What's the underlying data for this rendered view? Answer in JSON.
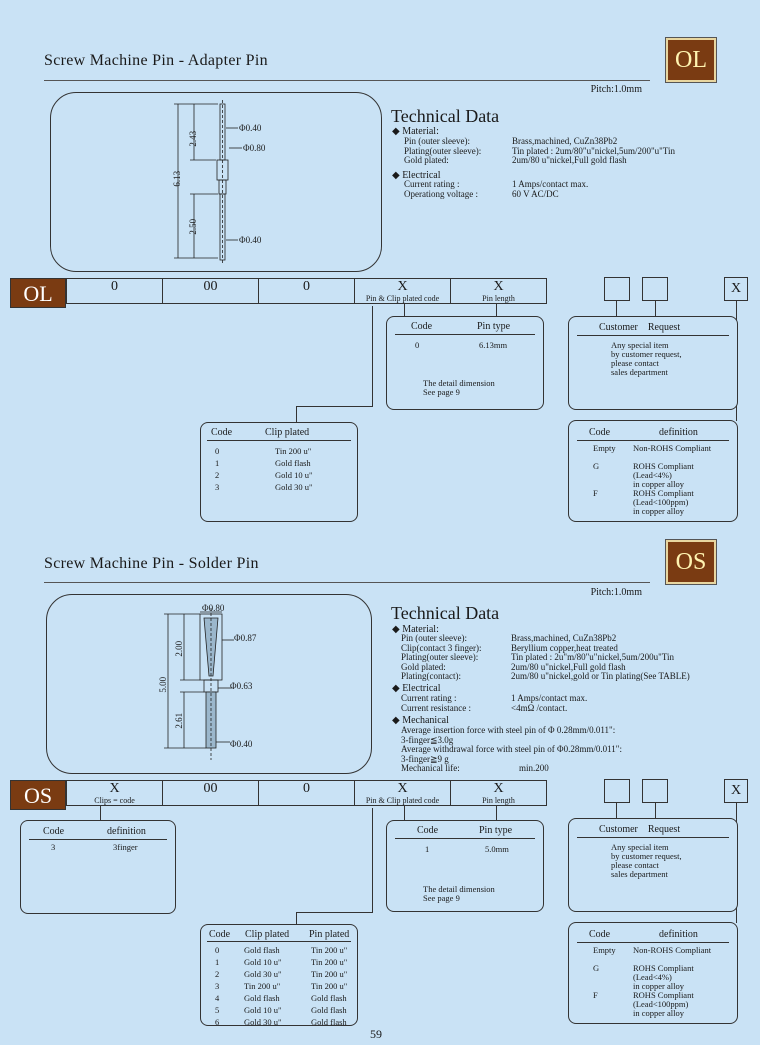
{
  "ol": {
    "title": "Screw Machine Pin - Adapter Pin",
    "tag": "OL",
    "pitch": "Pitch:1.0mm",
    "dims": {
      "d1": "Φ0.40",
      "d2": "Φ0.80",
      "d3": "Φ0.40",
      "l1": "2.43",
      "l2": "6.13",
      "l3": "2.50"
    },
    "tech_title": "Technical Data",
    "material_label": "Material:",
    "rows1": [
      {
        "k": "Pin (outer sleeve):",
        "v": "Brass,machined, CuZn38Pb2"
      },
      {
        "k": "Plating(outer sleeve):",
        "v": "Tin plated : 2um/80\"u\"nickel,5um/200\"u\"Tin"
      },
      {
        "k": "Gold plated:",
        "v": "2um/80 u\"nickel,Full gold flash"
      }
    ],
    "electrical_label": "Electrical",
    "rows2": [
      {
        "k": "Current rating :",
        "v": "1 Amps/contact max."
      },
      {
        "k": "Operationg voltage :",
        "v": "60 V AC/DC"
      }
    ],
    "code_label": "OL",
    "codes": [
      {
        "v": "0",
        "s": ""
      },
      {
        "v": "00",
        "s": ""
      },
      {
        "v": "0",
        "s": ""
      },
      {
        "v": "X",
        "s": "Pin & Clip plated code"
      },
      {
        "v": "X",
        "s": "Pin length"
      }
    ],
    "x_box": "X",
    "pin_box": {
      "h1": "Code",
      "h2": "Pin type",
      "code": "0",
      "type": "6.13mm",
      "note1": "The detail dimension",
      "note2": "See page 9"
    },
    "cust_box": {
      "h": "Customer    Request",
      "lines": [
        "Any special item",
        "by customer request,",
        "please contact",
        "sales department"
      ]
    },
    "clip_box": {
      "h1": "Code",
      "h2": "Clip plated",
      "rows": [
        [
          "0",
          "Tin 200 u\""
        ],
        [
          "1",
          "Gold flash"
        ],
        [
          "2",
          "Gold 10 u\""
        ],
        [
          "3",
          "Gold 30 u\""
        ]
      ]
    },
    "rohs_box": {
      "h1": "Code",
      "h2": "definition",
      "rows": [
        [
          "Empty",
          "Non-ROHS Compliant",
          "",
          ""
        ],
        [
          "G",
          "ROHS Compliant",
          "(Lead<4%)",
          "in copper alloy"
        ],
        [
          "F",
          "ROHS Compliant",
          "(Lead<100ppm)",
          "in copper alloy"
        ]
      ]
    }
  },
  "os": {
    "title": "Screw Machine Pin - Solder Pin",
    "tag": "OS",
    "pitch": "Pitch:1.0mm",
    "dims": {
      "d1": "Φ0.80",
      "d2": "Φ0.87",
      "d3": "Φ0.63",
      "d4": "Φ0.40",
      "l1": "2.00",
      "l2": "5.00",
      "l3": "2.61"
    },
    "tech_title": "Technical Data",
    "material_label": "Material:",
    "rows1": [
      {
        "k": "Pin (outer sleeve):",
        "v": "Brass,machined, CuZn38Pb2"
      },
      {
        "k": "Clip(contact 3 finger):",
        "v": "Beryllium copper,heat treated"
      },
      {
        "k": "Plating(outer sleeve):",
        "v": "Tin plated : 2u\"m/80\"u\"nickel,5um/200u\"Tin"
      },
      {
        "k": "Gold plated:",
        "v": "2um/80 u\"nickel,Full gold flash"
      },
      {
        "k": "Plating(contact):",
        "v": "2um/80 u\"nickel,gold or Tin plating(See TABLE)"
      }
    ],
    "electrical_label": "Electrical",
    "rows2": [
      {
        "k": "Current rating :",
        "v": "1 Amps/contact max."
      },
      {
        "k": "Current resistance :",
        "v": "<4mΩ /contact."
      }
    ],
    "mechanical_label": "Mechanical",
    "mech_lines": [
      "Average insertion force with steel pin of Φ 0.28mm/0.011\":",
      "3-finger≦3.0g",
      "Average withdrawal force with steel pin of Φ0.28mm/0.011\":",
      "3-finger≧9 g"
    ],
    "mech_life_k": "Mechanical life:",
    "mech_life_v": "min.200",
    "code_label": "OS",
    "codes": [
      {
        "v": "X",
        "s": "Clips = code"
      },
      {
        "v": "00",
        "s": ""
      },
      {
        "v": "0",
        "s": ""
      },
      {
        "v": "X",
        "s": "Pin & Clip plated code"
      },
      {
        "v": "X",
        "s": "Pin length"
      }
    ],
    "x_box": "X",
    "clips_box": {
      "h1": "Code",
      "h2": "definition",
      "code": "3",
      "def": "3finger"
    },
    "pin_box": {
      "h1": "Code",
      "h2": "Pin type",
      "code": "1",
      "type": "5.0mm",
      "note1": "The detail dimension",
      "note2": "See page 9"
    },
    "cust_box": {
      "h": "Customer    Request",
      "lines": [
        "Any special item",
        "by customer request,",
        "please contact",
        "sales department"
      ]
    },
    "clip_box": {
      "h1": "Code",
      "h2": "Clip plated",
      "h3": "Pin plated",
      "rows": [
        [
          "0",
          "Gold flash",
          "Tin 200 u\""
        ],
        [
          "1",
          "Gold 10 u\"",
          "Tin 200 u\""
        ],
        [
          "2",
          "Gold 30 u\"",
          "Tin 200 u\""
        ],
        [
          "3",
          "Tin  200 u\"",
          "Tin 200 u\""
        ],
        [
          "4",
          "Gold flash",
          "Gold flash"
        ],
        [
          "5",
          "Gold 10 u\"",
          "Gold flash"
        ],
        [
          "6",
          "Gold 30 u\"",
          "Gold flash"
        ]
      ]
    },
    "rohs_box": {
      "h1": "Code",
      "h2": "definition",
      "rows": [
        [
          "Empty",
          "Non-ROHS Compliant",
          "",
          ""
        ],
        [
          "G",
          "ROHS Compliant",
          "(Lead<4%)",
          "in copper alloy"
        ],
        [
          "F",
          "ROHS Compliant",
          "(Lead<100ppm)",
          "in copper alloy"
        ]
      ]
    }
  },
  "page_number": "59"
}
